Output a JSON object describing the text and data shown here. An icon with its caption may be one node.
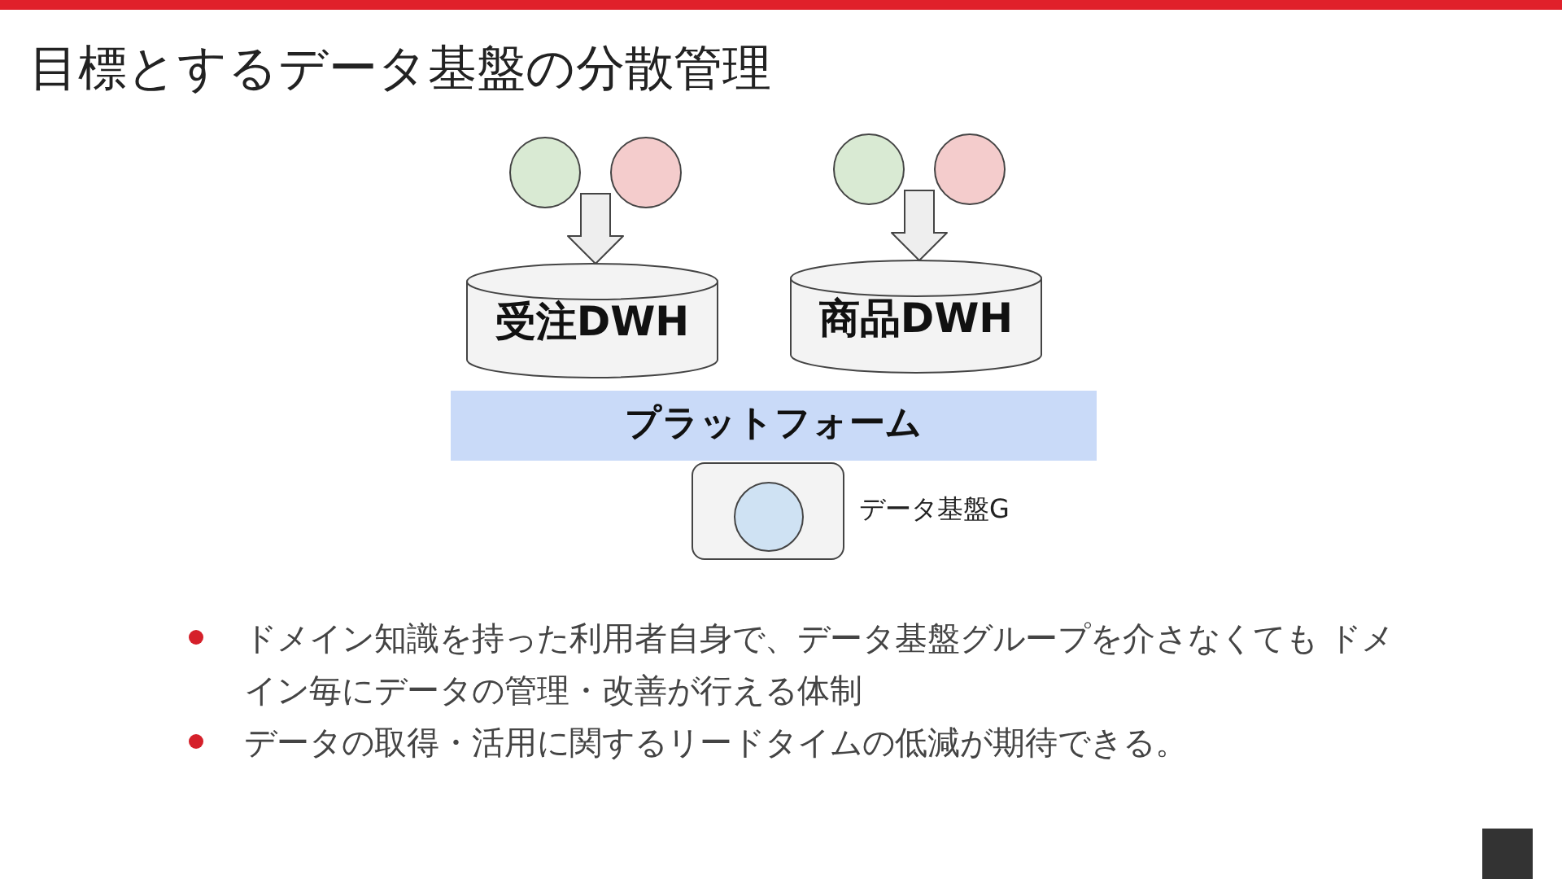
{
  "diagram": {
    "title": "目標とするデータ基盤の分散管理",
    "nodes": [
      {
        "text": [],
        "shape": "circle"
      },
      {
        "text": [],
        "shape": "circle"
      },
      {
        "text": [],
        "shape": "circle"
      },
      {
        "text": [],
        "shape": "circle"
      },
      {
        "text": [
          "受注DWH"
        ]
      },
      {
        "text": [
          "商品DWH"
        ]
      },
      {
        "text": [
          "プラットフォーム"
        ]
      },
      {
        "text": [],
        "shape": "box",
        "beside": [
          "データ基盤G"
        ]
      },
      {
        "text": [],
        "shape": "circle",
        "in": 7
      }
    ],
    "edges": [
      {
        "from": 0,
        "to": 4,
        "arrow": "to"
      },
      {
        "from": 1,
        "to": 4,
        "arrow": "to"
      },
      {
        "from": 2,
        "to": 5,
        "arrow": "to"
      },
      {
        "from": 3,
        "to": 5,
        "arrow": "to"
      }
    ],
    "labels": [
      "ドメイン知識を持った利用者自身で、データ基盤グループを介さなくても ドメイン毎にデータの管理・改善が行える体制",
      "データの取得・活用に関するリードタイムの低減が期待できる。"
    ]
  }
}
